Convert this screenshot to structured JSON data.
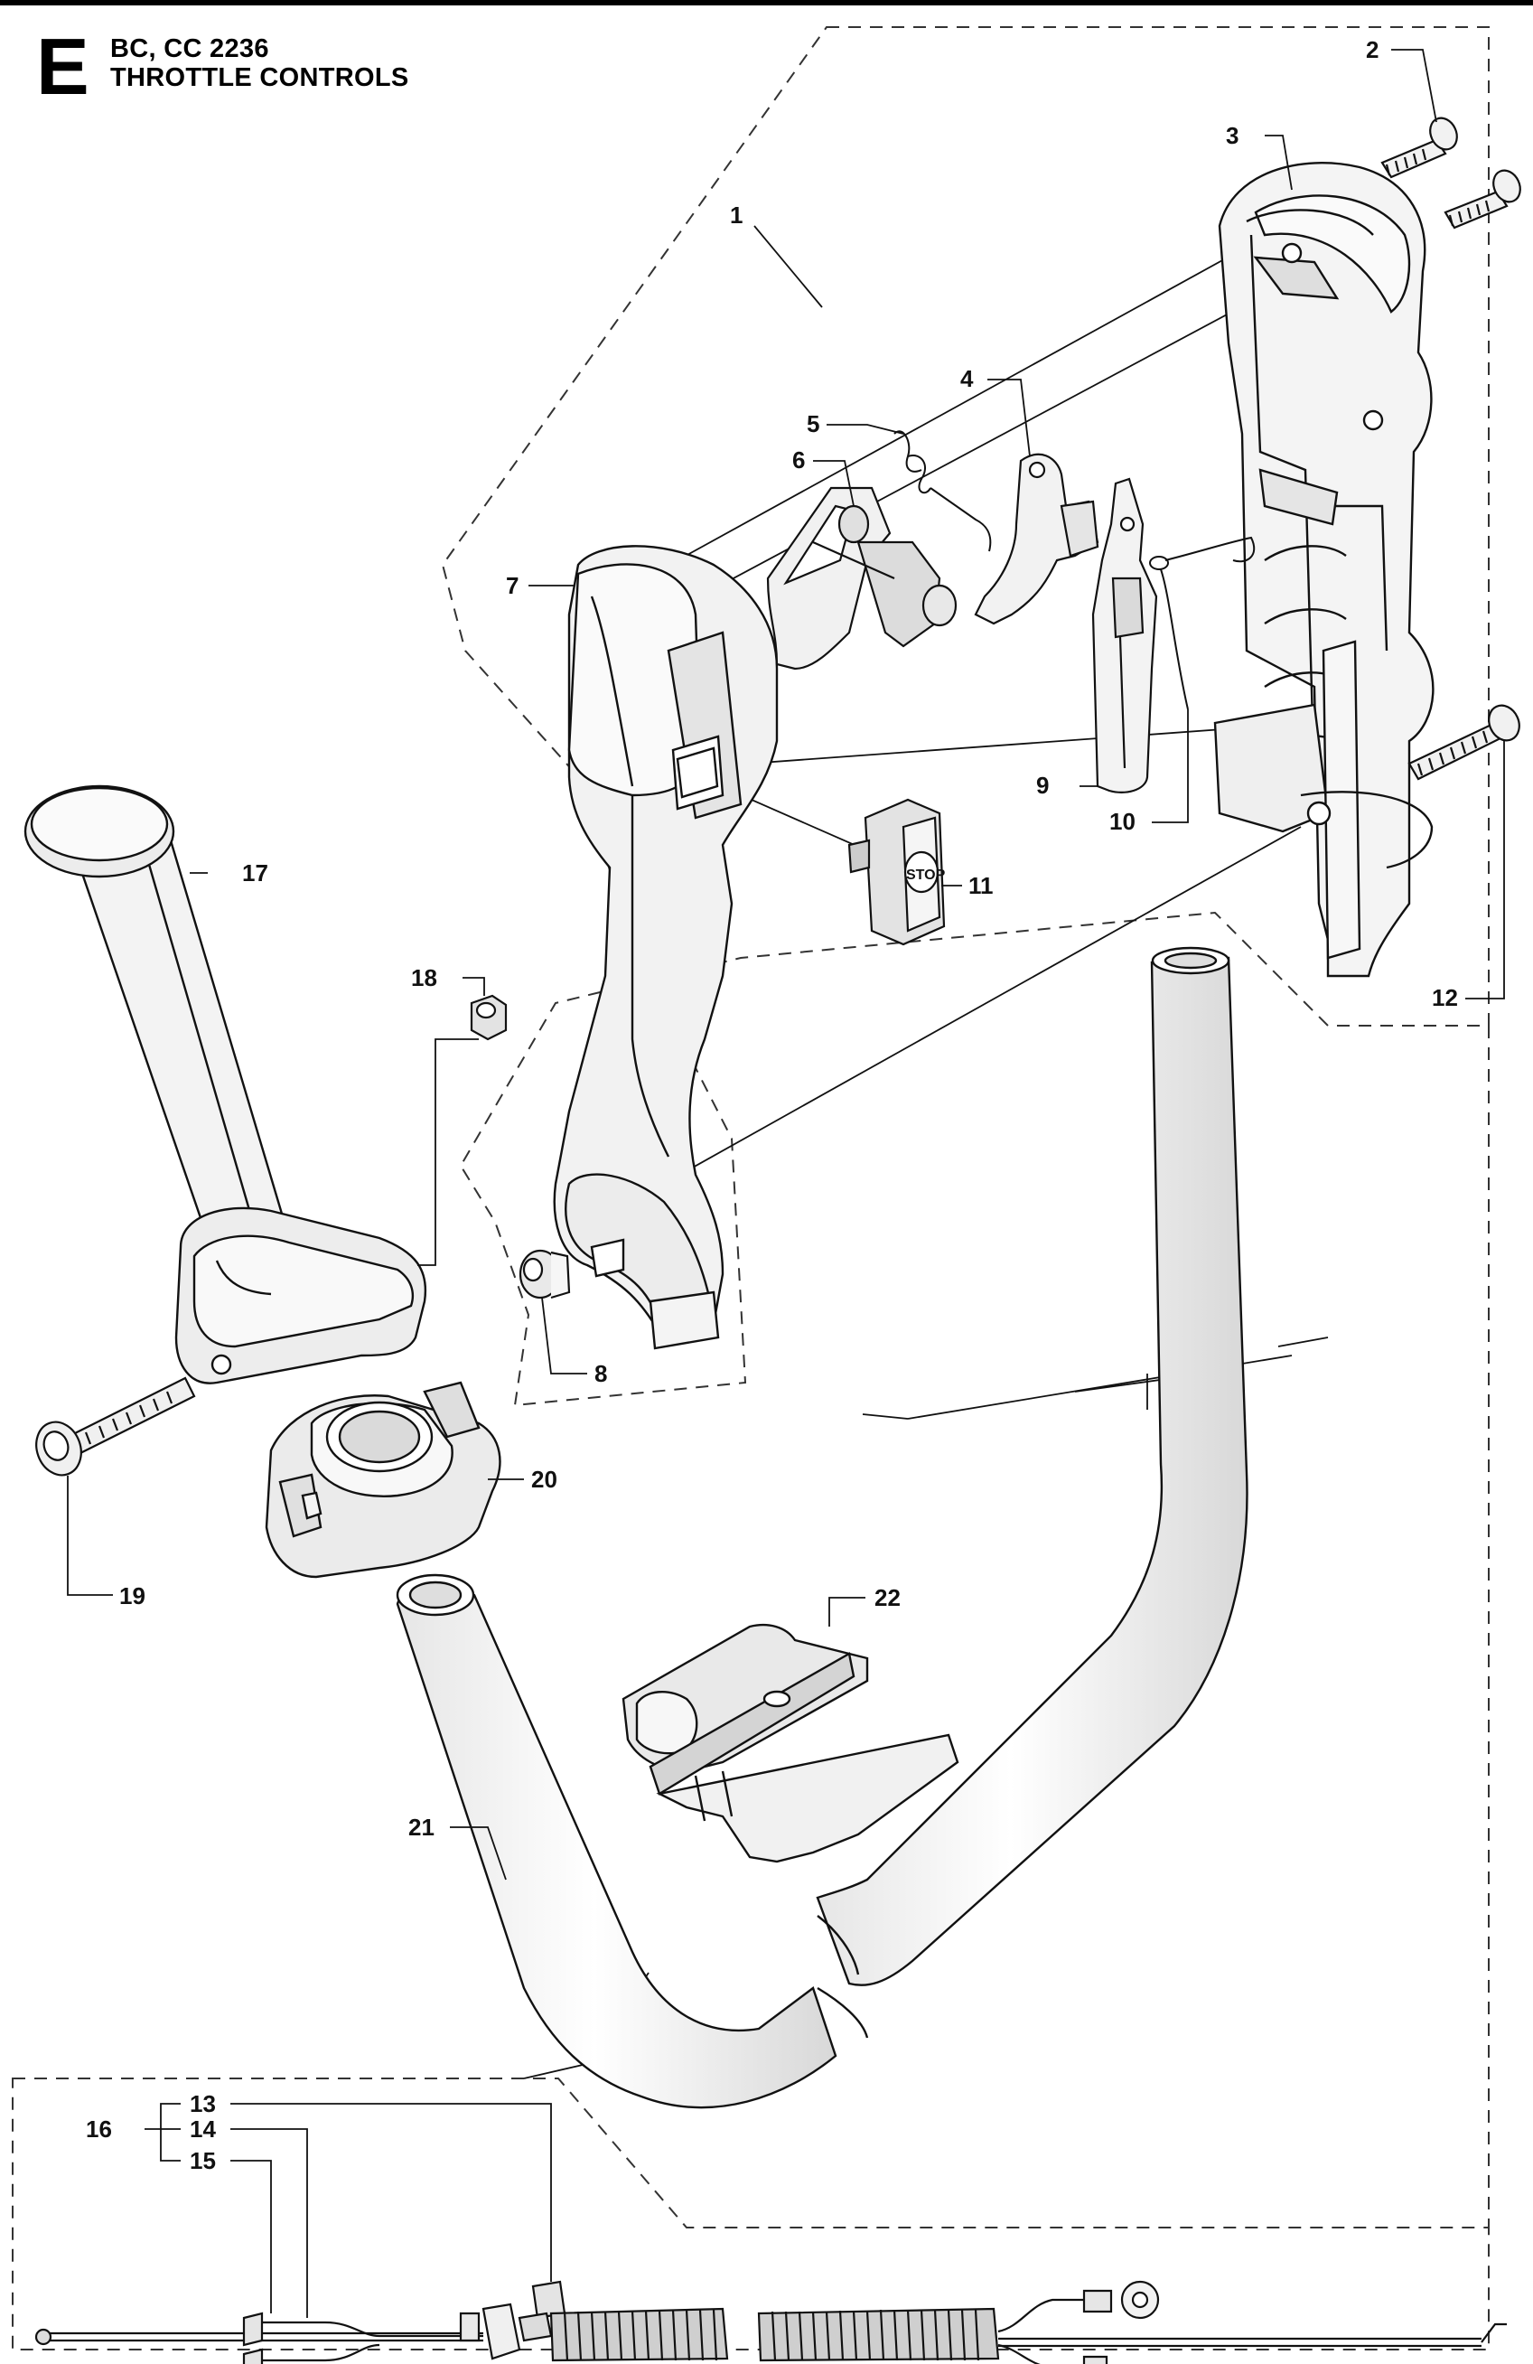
{
  "header": {
    "section_letter": "E",
    "model_line": "BC, CC 2236",
    "section_title": "THROTTLE CONTROLS"
  },
  "switch_label": "STOP",
  "callouts": [
    {
      "id": "c1",
      "label": "1"
    },
    {
      "id": "c2",
      "label": "2"
    },
    {
      "id": "c3",
      "label": "3"
    },
    {
      "id": "c4",
      "label": "4"
    },
    {
      "id": "c5",
      "label": "5"
    },
    {
      "id": "c6",
      "label": "6"
    },
    {
      "id": "c7",
      "label": "7"
    },
    {
      "id": "c8",
      "label": "8"
    },
    {
      "id": "c9",
      "label": "9"
    },
    {
      "id": "c10",
      "label": "10"
    },
    {
      "id": "c11",
      "label": "11"
    },
    {
      "id": "c12",
      "label": "12"
    },
    {
      "id": "c13",
      "label": "13"
    },
    {
      "id": "c14",
      "label": "14"
    },
    {
      "id": "c15",
      "label": "15"
    },
    {
      "id": "c16",
      "label": "16"
    },
    {
      "id": "c17",
      "label": "17"
    },
    {
      "id": "c18",
      "label": "18"
    },
    {
      "id": "c19",
      "label": "19"
    },
    {
      "id": "c20",
      "label": "20"
    },
    {
      "id": "c21",
      "label": "21"
    },
    {
      "id": "c22",
      "label": "22"
    }
  ],
  "colors": {
    "ink": "#000000",
    "part_fill": "#f4f4f4",
    "shade": "#cfcfcf",
    "paper": "#ffffff"
  }
}
